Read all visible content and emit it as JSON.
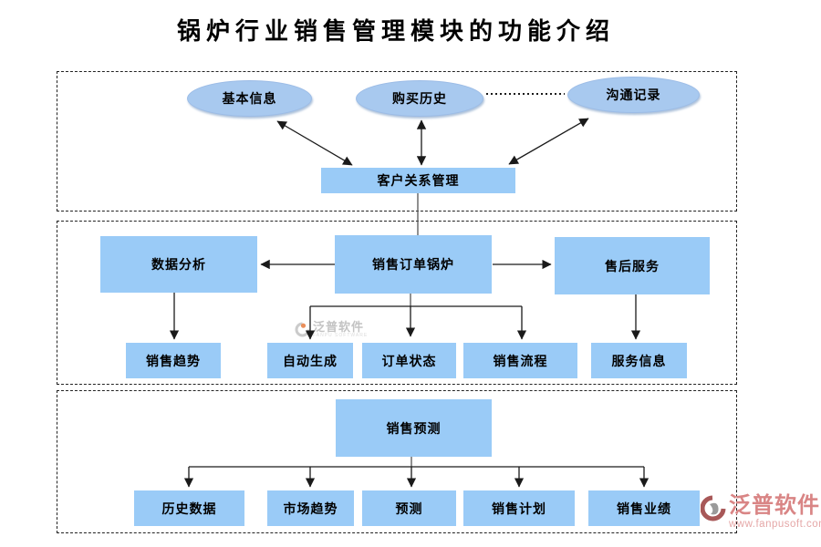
{
  "title": "锅炉行业销售管理模块的功能介绍",
  "sections": {
    "customer": {
      "basic_info": "基本信息",
      "purchase_history": "购买历史",
      "communication_record": "沟通记录",
      "crm": "客户关系管理"
    },
    "sales": {
      "data_analysis": "数据分析",
      "sales_order": "销售订单锅炉",
      "after_sales": "售后服务",
      "sales_trend": "销售趋势",
      "auto_generate": "自动生成",
      "order_status": "订单状态",
      "sales_process": "销售流程",
      "service_info": "服务信息"
    },
    "forecast": {
      "sales_forecast": "销售预测",
      "history_data": "历史数据",
      "market_trend": "市场趋势",
      "forecast": "预测",
      "sales_plan": "销售计划",
      "sales_performance": "销售业绩"
    }
  },
  "watermarks": {
    "center": {
      "name": "泛普软件",
      "subtitle": "FANPU SOFTWARE"
    },
    "corner": {
      "name": "泛普软件",
      "url": "www.fanpusoft.com"
    }
  },
  "colors": {
    "node_fill": "#9ACBF7",
    "ellipse_fill": "#A8C9EF",
    "connector": "#1A1A1A",
    "watermark_red": "#D98585",
    "watermark_gray": "#BDBDBD"
  }
}
